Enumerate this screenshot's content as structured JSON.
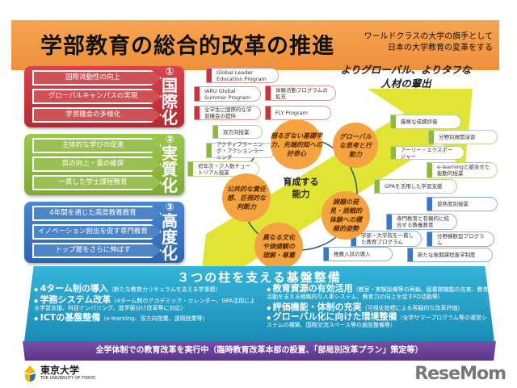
{
  "header": {
    "title": "学部教育の総合的改革の推進",
    "subtitle_line1": "ワールドクラスの大学の旗手として",
    "subtitle_line2": "日本の大学教育の変革をする"
  },
  "colors": {
    "banner": "#f39a45",
    "internationalization": "#c8323a",
    "substantiation": "#8dba3e",
    "advancement": "#3a77c4",
    "base": "#1b8db5",
    "footer_bar": "#5b3489",
    "arrow": "#d9e021",
    "circles": "#f5a340"
  },
  "pillars": [
    {
      "num": "①",
      "label_chars": [
        "国",
        "際",
        "化"
      ],
      "items": [
        "国際流動性の向上",
        "グローバルキャンパスの実現",
        "学習機会の多様化"
      ]
    },
    {
      "num": "②",
      "label_chars": [
        "実",
        "質",
        "化"
      ],
      "items": [
        "主体的な学びの促進",
        "質の向上・量の確保",
        "一貫した学士課程教育"
      ]
    },
    {
      "num": "③",
      "label_chars": [
        "高",
        "度",
        "化"
      ],
      "items": [
        "4年間を通じた高度教養教育",
        "イノベーション創出を促す専門教育",
        "トップ層をさらに伸ばす"
      ]
    }
  ],
  "headline": {
    "line1": "よりグローバル、よりタフな",
    "line2": "人材の輩出"
  },
  "center": {
    "label_line1": "育成する",
    "label_line2": "能力"
  },
  "abilities": [
    "揺るぎない基礎学力、先端的知への好奇心",
    "グローバルな思考と行動力",
    "公共的な責任感、巨視的な判断力",
    "課題の発見・挑戦的体験への積極的姿勢",
    "異なる文化や価値観の理解・尊重"
  ],
  "programs": {
    "international": [
      "Global Leader Education Program",
      "IARU Global Summer Program",
      "体験活動プログラムの拡充",
      "全学生に国際的な学習機会の提供",
      "FLY Program"
    ],
    "substantiation": [
      "双方向授業",
      "アクティブラーニング・アクションラーニング",
      "初年次・少人数チュートリアル授業",
      "厳格な成績評価",
      "分野別展開演習",
      "アーリー・エクスポージャー",
      "e-learningと組合せた能動的授業",
      "GPAを活用した学習支援"
    ],
    "advancement": [
      "習熟度別授業",
      "専門教育と有機的に結合する教養教育",
      "学部・大学院を一貫した教育プログラム",
      "分野横断型プログラム",
      "推薦入試の導入",
      "新たな後期課程進学制度"
    ]
  },
  "base": {
    "title": "３つの柱を支える基盤整備",
    "items": [
      {
        "head": "4ターム制の導入",
        "note": "（新たな教育カリキュラムを支える学事暦）"
      },
      {
        "head": "学務システム改革",
        "note": "（4ターム制のアカデミック・カレンダー、GPA活用による学習支援、科目ナンバリング、進学振分け改革等に対応）"
      },
      {
        "head": "ICTの基盤整備",
        "note": "（e-learning、双方向授業、遠隔授業等）"
      },
      {
        "head": "教育資源の有効活用",
        "note": "（教室・実験設備等の再編、図書館機能の充実、教育活動を支える戦略的な人事システム、教育力の向上を促すFD活動等）"
      },
      {
        "head": "評価機能・体制の充実",
        "note": "（可視化指標による客観的な改革評価）"
      },
      {
        "head": "グローバル化に向けた環境整備",
        "note": "（全学サマープログラム等の運営システムの構築、国際交流スペース等の施設整備等）"
      }
    ]
  },
  "footer": {
    "bar_text": "全学体制での教育改革を実行中（臨時教育改革本部の設置、「部局別改革プラン」策定等）",
    "logo_jp": "東京大学",
    "logo_en": "THE UNIVERSITY OF TOKYO",
    "watermark": "ReseMom"
  }
}
